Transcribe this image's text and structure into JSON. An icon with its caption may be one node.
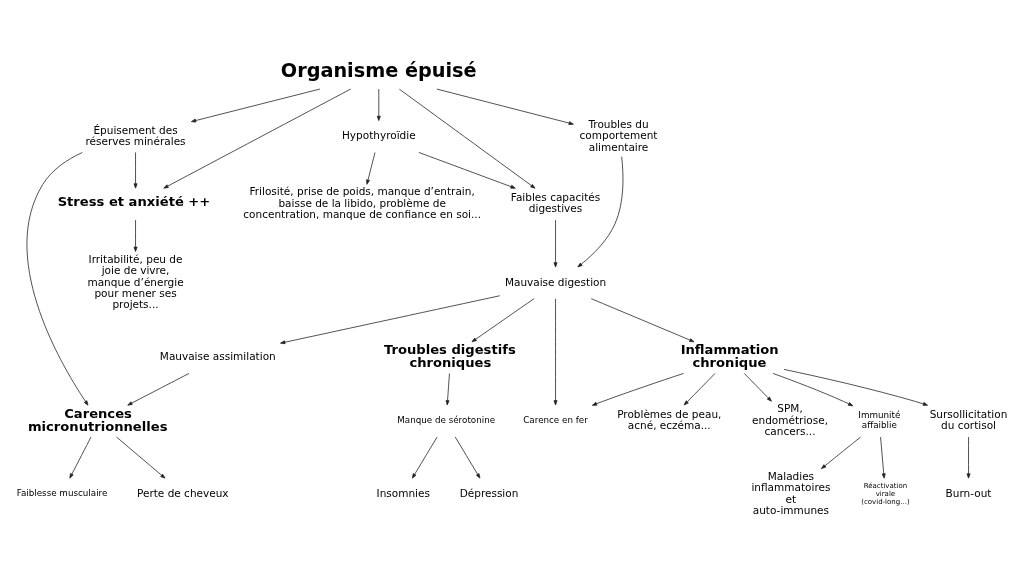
{
  "diagram": {
    "nodes": [
      {
        "text": [
          "Organisme épuisé"
        ]
      },
      {
        "text": [
          "Troubles du comportement alimentaire"
        ]
      },
      {
        "text": [
          "Faibles capacités digestives"
        ]
      },
      {
        "text": [
          "Hypothyroïdie"
        ]
      },
      {
        "text": [
          "Épuisement des réserves minérales"
        ]
      },
      {
        "text": [
          "Stress et anxiété ++"
        ]
      },
      {
        "text": [
          "SPM, endométriose, cancers..."
        ]
      },
      {
        "text": [
          "Irritabilité, peu de joie de vivre, manque d’énergie pour mener ses projets..."
        ]
      },
      {
        "text": [
          "Inflammation chronique"
        ]
      },
      {
        "text": [
          "Mauvaise digestion"
        ]
      },
      {
        "text": [
          "Carences micronutrionnelles"
        ]
      },
      {
        "text": [
          "Immunité affaiblie"
        ]
      },
      {
        "text": [
          "Carence en fer"
        ]
      },
      {
        "text": [
          "Mauvaise assimilation"
        ]
      },
      {
        "text": [
          "Faiblesse musculaire"
        ]
      },
      {
        "text": [
          "Sursollicitation du cortisol"
        ]
      },
      {
        "text": [
          "Réactivation virale (covid-long...)"
        ]
      },
      {
        "text": [
          "Troubles digestifs chroniques"
        ]
      },
      {
        "text": [
          "Perte de cheveux"
        ]
      },
      {
        "text": [
          "Insomnies"
        ]
      },
      {
        "text": [
          "Problèmes de peau, acné, eczéma..."
        ]
      },
      {
        "text": [
          "Manque de sérotonine"
        ]
      },
      {
        "text": [
          "Maladies inflammatoires et auto-immunes"
        ]
      },
      {
        "text": [
          "Burn-out"
        ]
      },
      {
        "text": [
          "Frilosité, prise de poids, manque d’entrain, baisse de la libido, problème de concentration, manque de confiance en soi..."
        ]
      },
      {
        "text": [
          "Dépression"
        ]
      }
    ],
    "edges": [
      {
        "from": 0,
        "to": 1,
        "arrow": "to"
      },
      {
        "from": 0,
        "to": 2,
        "arrow": "to"
      },
      {
        "from": 0,
        "to": 3,
        "arrow": "to"
      },
      {
        "from": 0,
        "to": 4,
        "arrow": "to"
      },
      {
        "from": 0,
        "to": 5,
        "arrow": "to"
      },
      {
        "from": 3,
        "to": 2,
        "arrow": "to"
      },
      {
        "from": 3,
        "to": 24,
        "arrow": "to"
      },
      {
        "from": 4,
        "to": 5,
        "arrow": "to"
      },
      {
        "from": 4,
        "to": 10,
        "arrow": "to"
      },
      {
        "from": 5,
        "to": 7,
        "arrow": "to"
      },
      {
        "from": 1,
        "to": 9,
        "arrow": "to"
      },
      {
        "from": 2,
        "to": 9,
        "arrow": "to"
      },
      {
        "from": 9,
        "to": 8,
        "arrow": "to"
      },
      {
        "from": 9,
        "to": 12,
        "arrow": "to"
      },
      {
        "from": 9,
        "to": 17,
        "arrow": "to"
      },
      {
        "from": 9,
        "to": 13,
        "arrow": "to"
      },
      {
        "from": 8,
        "to": 6,
        "arrow": "to"
      },
      {
        "from": 8,
        "to": 11,
        "arrow": "to"
      },
      {
        "from": 8,
        "to": 20,
        "arrow": "to"
      },
      {
        "from": 8,
        "to": 15,
        "arrow": "to"
      },
      {
        "from": 8,
        "to": 12,
        "arrow": "to"
      },
      {
        "from": 11,
        "to": 16,
        "arrow": "to"
      },
      {
        "from": 11,
        "to": 22,
        "arrow": "to"
      },
      {
        "from": 15,
        "to": 23,
        "arrow": "to"
      },
      {
        "from": 13,
        "to": 10,
        "arrow": "to"
      },
      {
        "from": 10,
        "to": 14,
        "arrow": "to"
      },
      {
        "from": 10,
        "to": 18,
        "arrow": "to"
      },
      {
        "from": 17,
        "to": 21,
        "arrow": "to"
      },
      {
        "from": 21,
        "to": 25,
        "arrow": "to"
      },
      {
        "from": 21,
        "to": 19,
        "arrow": "to"
      }
    ]
  }
}
